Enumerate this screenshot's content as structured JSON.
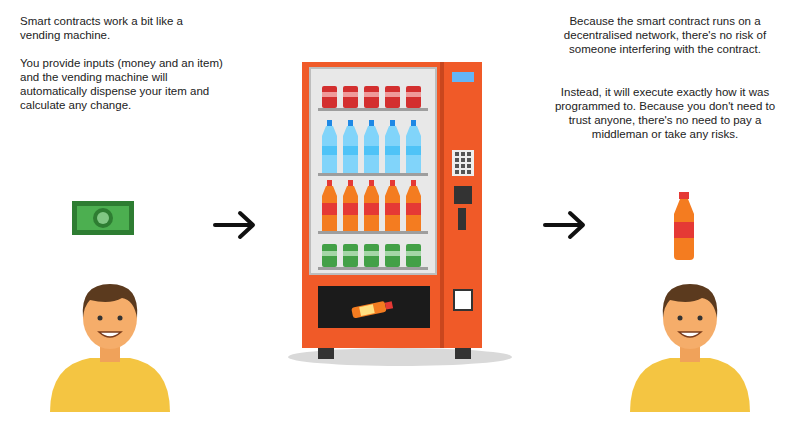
{
  "diagram": {
    "labels": [
      "Smart contracts work a bit like a vending machine.",
      "You provide inputs (money and an item) and the vending machine will automatically dispense your item and calculate any change.",
      "Because the smart contract runs on a decentralised network, there's no risk of someone interfering with the contract.",
      "Instead, it will execute exactly how it was programmed to. Because you don't need to trust anyone, there's no need to pay a middleman or take any risks."
    ]
  }
}
